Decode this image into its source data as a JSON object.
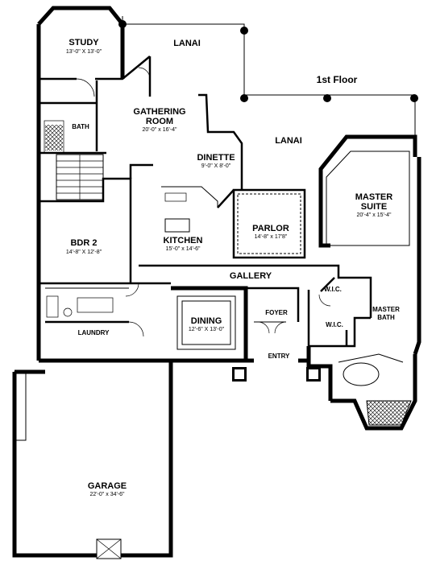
{
  "floor_title": "1st Floor",
  "rooms": {
    "study": {
      "name": "STUDY",
      "dims": "13'-0\" X 13'-0\""
    },
    "lanai_top": {
      "name": "LANAI"
    },
    "lanai_mid": {
      "name": "LANAI"
    },
    "gathering": {
      "name1": "GATHERING",
      "name2": "ROOM",
      "dims": "20'-0\" x 16'-4\""
    },
    "bath": {
      "name": "BATH"
    },
    "dinette": {
      "name": "DINETTE",
      "dims": "9'-0\" X 8'-0\""
    },
    "master_suite": {
      "name1": "MASTER",
      "name2": "SUITE",
      "dims": "20'-4\" x 15'-4\""
    },
    "parlor": {
      "name": "PARLOR",
      "dims": "14'-8\" x 17'8\""
    },
    "bdr2": {
      "name": "BDR 2",
      "dims": "14'-8\" X 12'-8\""
    },
    "kitchen": {
      "name": "KITCHEN",
      "dims": "15'-0\" x 14'-6\""
    },
    "gallery": {
      "name": "GALLERY"
    },
    "wic1": {
      "name": "W.I.C."
    },
    "wic2": {
      "name": "W.I.C."
    },
    "master_bath": {
      "name1": "MASTER",
      "name2": "BATH"
    },
    "dining": {
      "name": "DINING",
      "dims": "12'-6\" X 13'-0\""
    },
    "foyer": {
      "name": "FOYER"
    },
    "laundry": {
      "name": "LAUNDRY"
    },
    "entry": {
      "name": "ENTRY"
    },
    "garage": {
      "name": "GARAGE",
      "dims": "22'-0\" x 34'-6\""
    }
  }
}
